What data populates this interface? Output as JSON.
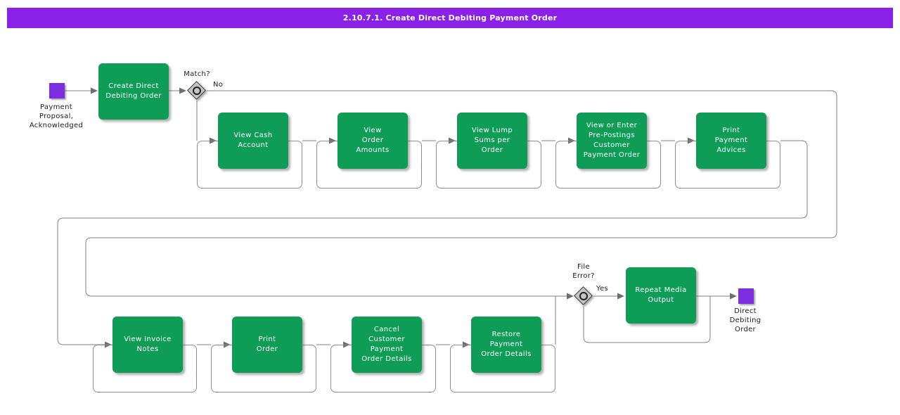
{
  "title": "2.10.7.1. Create Direct Debiting Payment Order",
  "colors": {
    "title_bar": "#8a21e6",
    "task_fill": "#0e9c57",
    "task_text": "#ffffff",
    "event_fill": "#7d2ee0",
    "connector": "#818181",
    "frame_border": "#8d8d8d",
    "gateway_fill": "#c4c4c4"
  },
  "events": {
    "start": {
      "label": "Payment\nProposal,\nAcknowledged"
    },
    "end": {
      "label": "Direct\nDebiting\nOrder"
    }
  },
  "gateways": {
    "match": {
      "question": "Match?",
      "branch_label": "No"
    },
    "file_error": {
      "question": "File\nError?",
      "branch_label": "Yes"
    }
  },
  "tasks": {
    "create_order": {
      "label": "Create Direct\nDebiting Order"
    },
    "view_cash_account": {
      "label": "View Cash\nAccount"
    },
    "view_order_amounts": {
      "label": "View\nOrder\nAmounts"
    },
    "view_lump_sums": {
      "label": "View Lump\nSums per\nOrder"
    },
    "view_enter_prepostings": {
      "label": "View or Enter\nPre-Postings\nCustomer\nPayment Order"
    },
    "print_payment_advices": {
      "label": "Print\nPayment\nAdvices"
    },
    "view_invoice_notes": {
      "label": "View Invoice\nNotes"
    },
    "print_order": {
      "label": "Print\nOrder"
    },
    "cancel_customer_payment": {
      "label": "Cancel\nCustomer\nPayment\nOrder Details"
    },
    "restore_payment_order": {
      "label": "Restore\nPayment\nOrder Details"
    },
    "repeat_media_output": {
      "label": "Repeat Media\nOutput"
    }
  }
}
